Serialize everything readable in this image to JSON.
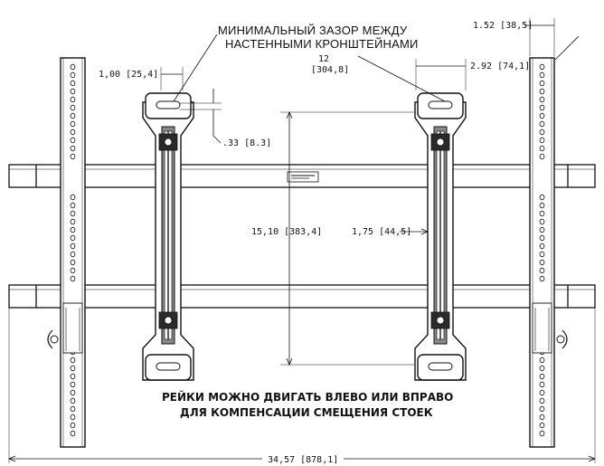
{
  "texts": {
    "gap_label_1": "МИНИМАЛЬНЫЙ ЗАЗОР МЕЖДУ",
    "gap_label_2": "НАСТЕННЫМИ КРОНШТЕЙНАМИ",
    "gap_value_1": "12",
    "gap_value_2": "[304,8]",
    "dim_upright_width": "1.52 [38,5]",
    "dim_bracket_width": "1,00 [25,4]",
    "dim_right_offset": "2.92 [74,1]",
    "dim_slot": ".33 [8.3]",
    "dim_height": "15,10 [383,4]",
    "dim_rail_offset": "1,75 [44,5]",
    "dim_overall_width": "34,57 [878,1]",
    "note_line_1": "РЕЙКИ МОЖНО ДВИГАТЬ ВЛЕВО ИЛИ ВПРАВО",
    "note_line_2": "ДЛЯ КОМПЕНСАЦИИ СМЕЩЕНИЯ СТОЕК"
  },
  "colors": {
    "line": "#111111",
    "fill": "#ffffff",
    "shade": "#8a8a8a",
    "dark": "#2a2a2a"
  }
}
